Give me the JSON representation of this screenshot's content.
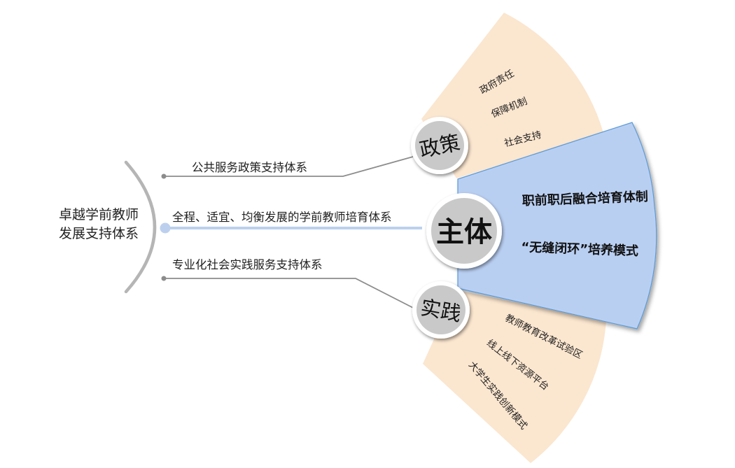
{
  "title_lines": [
    "卓越学前教师",
    "发展支持体系"
  ],
  "branches": {
    "top": "公共服务政策支持体系",
    "middle": "全程、适宜、均衡发展的学前教师培育体系",
    "bottom": "专业化社会实践服务支持体系"
  },
  "hubs": {
    "policy": "政策",
    "subject": "主体",
    "practice": "实践"
  },
  "policy_items": [
    "政府责任",
    "保障机制",
    "社会支持"
  ],
  "subject_items": [
    "职前职后融合培育体制",
    "“无缝闭环”培养模式"
  ],
  "practice_items": [
    "教师教育改革试验区",
    "线上线下资源平台",
    "大学生实践创新模式"
  ],
  "colors": {
    "fan_beige": "#fbe6cf",
    "fan_blue": "#b9cff2",
    "fan_blue_edge": "#5b9bd5",
    "hub_grey": "#c9c9c9",
    "line_grey": "#8c8c8c",
    "accent_dot": "#bcd0ee"
  }
}
